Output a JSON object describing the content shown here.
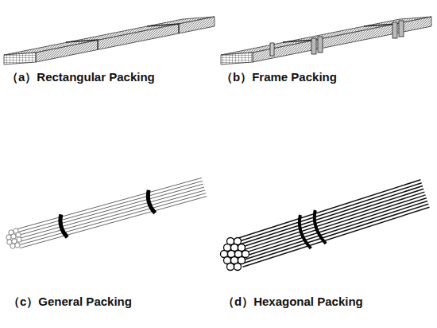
{
  "diagram": {
    "labels": [
      "（a）Rectangular Packing",
      "（b）Frame Packing",
      "（c）General Packing",
      "（d）Hexagonal Packing"
    ]
  }
}
